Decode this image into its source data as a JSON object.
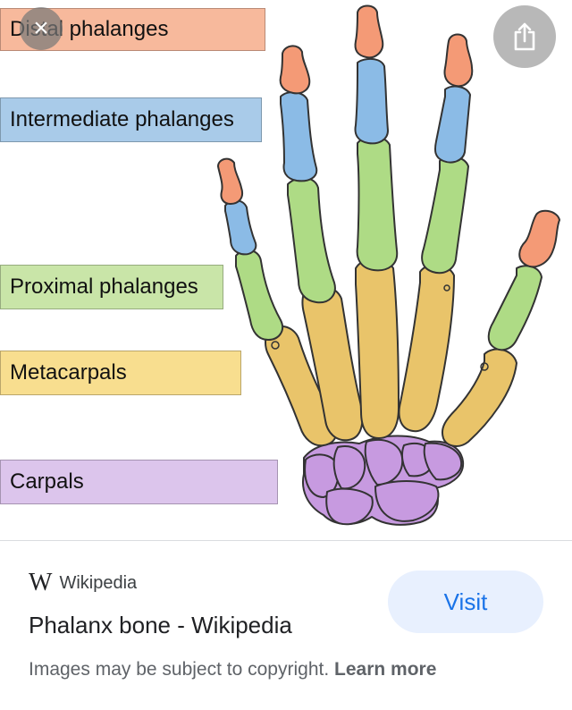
{
  "diagram": {
    "labels": [
      {
        "id": "distal",
        "text": "Distal phalanges",
        "color": "#f7b99c"
      },
      {
        "id": "intermediate",
        "text": "Intermediate phalanges",
        "color": "#a9cbe9"
      },
      {
        "id": "proximal",
        "text": "Proximal phalanges",
        "color": "#c9e5a8"
      },
      {
        "id": "metacarpals",
        "text": "Metacarpals",
        "color": "#f8de8f"
      },
      {
        "id": "carpals",
        "text": "Carpals",
        "color": "#dcc5ec"
      }
    ],
    "bone_colors": {
      "distal": "#f49a76",
      "intermediate": "#8bbbe6",
      "proximal": "#aedb85",
      "metacarpals": "#e9c46a",
      "carpals": "#c79ae0"
    }
  },
  "controls": {
    "close_icon": "×",
    "share_icon": "share-icon"
  },
  "result": {
    "source_logo": "W",
    "source_name": "Wikipedia",
    "title": "Phalanx bone - Wikipedia",
    "visit_label": "Visit",
    "copyright_text": "Images may be subject to copyright.",
    "learn_more": "Learn more"
  }
}
